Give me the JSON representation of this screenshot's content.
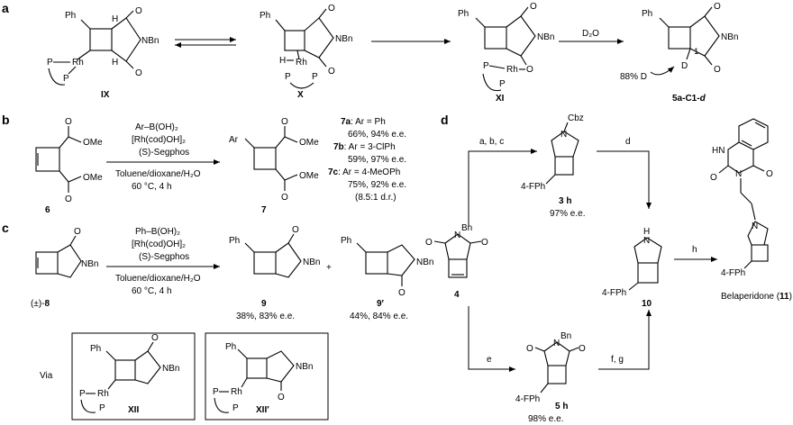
{
  "panels": {
    "a": "a",
    "b": "b",
    "c": "c",
    "d": "d"
  },
  "panel_a": {
    "struct_ix": {
      "label": "IX",
      "ph": "Ph",
      "h1": "H",
      "h2": "H",
      "rh": "Rh",
      "p1": "P",
      "p2": "P",
      "nbn": "NBn"
    },
    "struct_x": {
      "label": "X",
      "ph": "Ph",
      "h": "H",
      "rh": "Rh",
      "p1": "P",
      "p2": "P",
      "nbn": "NBn"
    },
    "struct_xi": {
      "label": "XI",
      "ph": "Ph",
      "rh": "Rh",
      "p1": "P",
      "p2": "P",
      "nbn": "NBn"
    },
    "reagent": "D₂O",
    "product": {
      "label_main": "5a-C1-",
      "label_d": "d",
      "ph": "Ph",
      "nbn": "NBn",
      "d_atom": "D",
      "pos": "1",
      "deut": "88% D"
    }
  },
  "panel_b": {
    "start": {
      "label": "6",
      "ome1": "OMe",
      "ome2": "OMe"
    },
    "conditions_above": [
      "Ar–B(OH)₂",
      "[Rh(cod)OH]₂",
      "(S)-Segphos"
    ],
    "conditions_below": [
      "Toluene/dioxane/H₂O",
      "60 °C, 4 h"
    ],
    "product": {
      "label": "7",
      "ar": "Ar",
      "ome1": "OMe",
      "ome2": "OMe"
    },
    "results": [
      {
        "id": "7a",
        "text": ": Ar = Ph",
        "yield": "66%, 94% e.e."
      },
      {
        "id": "7b",
        "text": ": Ar = 3-ClPh",
        "yield": "59%, 97% e.e."
      },
      {
        "id": "7c",
        "text": ": Ar = 4-MeOPh",
        "yield": "75%, 92% e.e."
      }
    ],
    "dr": "(8.5:1 d.r.)"
  },
  "panel_c": {
    "start": {
      "label_prefix": "(±)-",
      "label": "8",
      "nbn": "NBn"
    },
    "conditions_above": [
      "Ph–B(OH)₂",
      "[Rh(cod)OH]₂",
      "(S)-Segphos"
    ],
    "conditions_below": [
      "Toluene/dioxane/H₂O",
      "60 °C, 4 h"
    ],
    "product_9": {
      "label": "9",
      "ph": "Ph",
      "nbn": "NBn",
      "yield": "38%, 83% e.e."
    },
    "plus": "+",
    "product_9p": {
      "label": "9′",
      "ph": "Ph",
      "nbn": "NBn",
      "yield": "44%, 84% e.e."
    },
    "via": "Via",
    "xii": {
      "label": "XII",
      "ph": "Ph",
      "rh": "Rh",
      "p1": "P",
      "p2": "P",
      "nbn": "NBn"
    },
    "xiip": {
      "label": "XII′",
      "ph": "Ph",
      "rh": "Rh",
      "p1": "P",
      "p2": "P",
      "nbn": "NBn"
    }
  },
  "panel_d": {
    "start": {
      "label": "4",
      "nbn": "N",
      "bn": "Bn"
    },
    "step_top": "a, b, c",
    "int_3h": {
      "label": "3 h",
      "cbz": "Cbz",
      "n": "N",
      "ar": "4-FPh",
      "ee": "97% e.e."
    },
    "step_d": "d",
    "step_e": "e",
    "int_5h": {
      "label": "5 h",
      "n": "N",
      "bn": "Bn",
      "ar": "4-FPh",
      "ee": "98% e.e."
    },
    "step_fg": "f, g",
    "cpd_10": {
      "label": "10",
      "nh": "H",
      "n": "N",
      "ar": "4-FPh"
    },
    "step_h": "h",
    "final": {
      "name": "Belaperidone (",
      "num": "11",
      "close": ")",
      "nh": "HN",
      "n1": "N",
      "o1": "O",
      "o2": "O",
      "n2": "N",
      "ar": "4-FPh"
    }
  }
}
